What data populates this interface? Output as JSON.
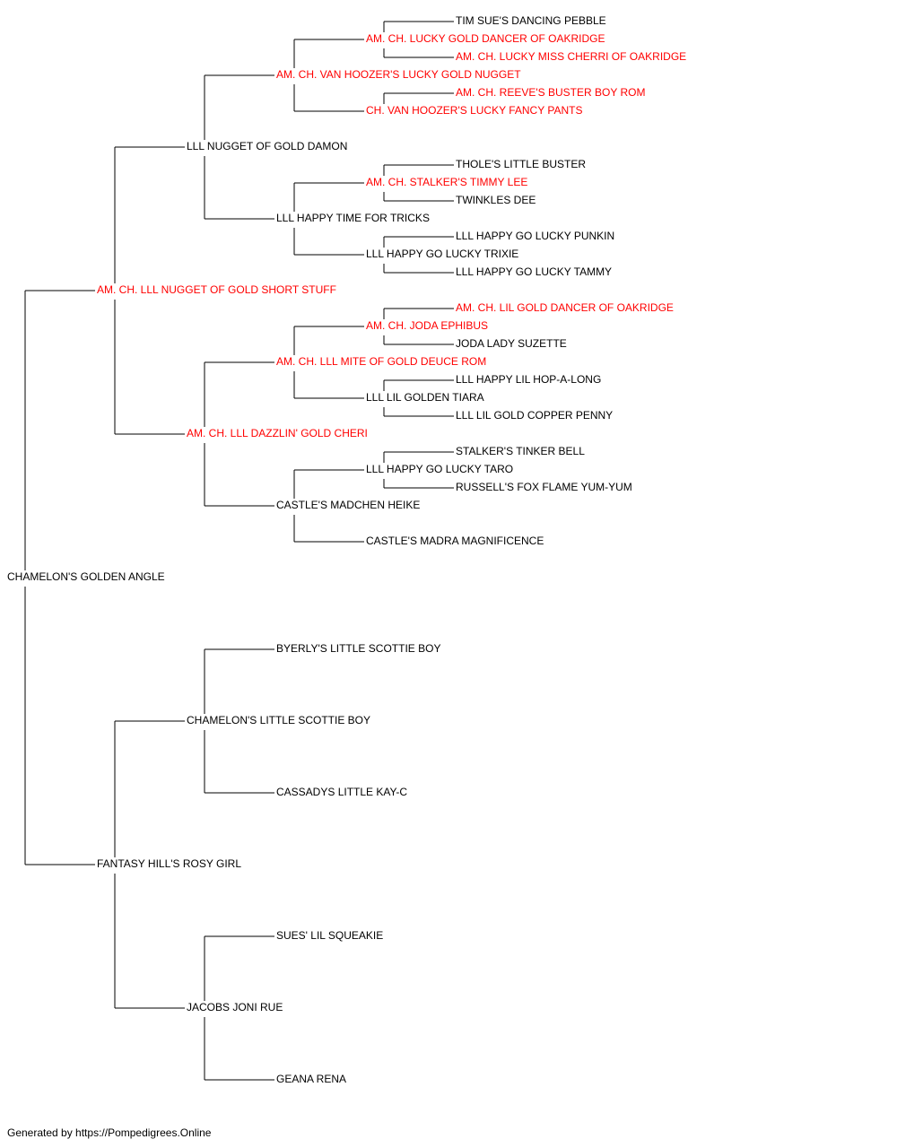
{
  "colors": {
    "champion": "#ff0000",
    "normal": "#000000",
    "connector": "#000000"
  },
  "footer": {
    "text": "Generated by https://Pompedigrees.Online"
  },
  "pedigree": {
    "name": "CHAMELON'S GOLDEN ANGLE",
    "champion": false,
    "sire": {
      "name": "AM. CH. LLL NUGGET OF GOLD SHORT STUFF",
      "champion": true,
      "sire": {
        "name": "LLL NUGGET OF GOLD DAMON",
        "champion": false,
        "sire": {
          "name": "AM. CH. VAN HOOZER'S LUCKY GOLD NUGGET",
          "champion": true,
          "sire": {
            "name": "AM. CH. LUCKY GOLD DANCER OF OAKRIDGE",
            "champion": true,
            "sire": {
              "name": "TIM SUE'S DANCING PEBBLE",
              "champion": false
            },
            "dam": {
              "name": "AM. CH. LUCKY MISS CHERRI OF OAKRIDGE",
              "champion": true
            }
          },
          "dam": {
            "name": "CH. VAN HOOZER'S LUCKY FANCY PANTS",
            "champion": true,
            "sire": {
              "name": "AM. CH. REEVE'S BUSTER BOY ROM",
              "champion": true
            }
          }
        },
        "dam": {
          "name": "LLL HAPPY TIME FOR TRICKS",
          "champion": false,
          "sire": {
            "name": "AM. CH. STALKER'S TIMMY LEE",
            "champion": true,
            "sire": {
              "name": "THOLE'S LITTLE BUSTER",
              "champion": false
            },
            "dam": {
              "name": "TWINKLES DEE",
              "champion": false
            }
          },
          "dam": {
            "name": "LLL HAPPY GO LUCKY TRIXIE",
            "champion": false,
            "sire": {
              "name": "LLL HAPPY GO LUCKY PUNKIN",
              "champion": false
            },
            "dam": {
              "name": "LLL HAPPY GO LUCKY TAMMY",
              "champion": false
            }
          }
        }
      },
      "dam": {
        "name": "AM. CH. LLL DAZZLIN' GOLD CHERI",
        "champion": true,
        "sire": {
          "name": "AM. CH. LLL MITE OF GOLD DEUCE ROM",
          "champion": true,
          "sire": {
            "name": "AM. CH. JODA EPHIBUS",
            "champion": true,
            "sire": {
              "name": "AM. CH. LIL GOLD DANCER OF OAKRIDGE",
              "champion": true
            },
            "dam": {
              "name": "JODA LADY SUZETTE",
              "champion": false
            }
          },
          "dam": {
            "name": "LLL LIL GOLDEN TIARA",
            "champion": false,
            "sire": {
              "name": "LLL HAPPY LIL HOP-A-LONG",
              "champion": false
            },
            "dam": {
              "name": "LLL LIL GOLD COPPER PENNY",
              "champion": false
            }
          }
        },
        "dam": {
          "name": "CASTLE'S MADCHEN HEIKE",
          "champion": false,
          "sire": {
            "name": "LLL HAPPY GO LUCKY TARO",
            "champion": false,
            "sire": {
              "name": "STALKER'S TINKER BELL",
              "champion": false
            },
            "dam": {
              "name": "RUSSELL'S FOX FLAME YUM-YUM",
              "champion": false
            }
          },
          "dam": {
            "name": "CASTLE'S MADRA MAGNIFICENCE",
            "champion": false
          }
        }
      }
    },
    "dam": {
      "name": "FANTASY HILL'S ROSY GIRL",
      "champion": false,
      "sire": {
        "name": "CHAMELON'S LITTLE SCOTTIE BOY",
        "champion": false,
        "sire": {
          "name": "BYERLY'S LITTLE SCOTTIE BOY",
          "champion": false
        },
        "dam": {
          "name": "CASSADYS LITTLE KAY-C",
          "champion": false
        }
      },
      "dam": {
        "name": "JACOBS JONI RUE",
        "champion": false,
        "sire": {
          "name": "SUES' LIL SQUEAKIE",
          "champion": false
        },
        "dam": {
          "name": "GEANA RENA",
          "champion": false
        }
      }
    }
  }
}
